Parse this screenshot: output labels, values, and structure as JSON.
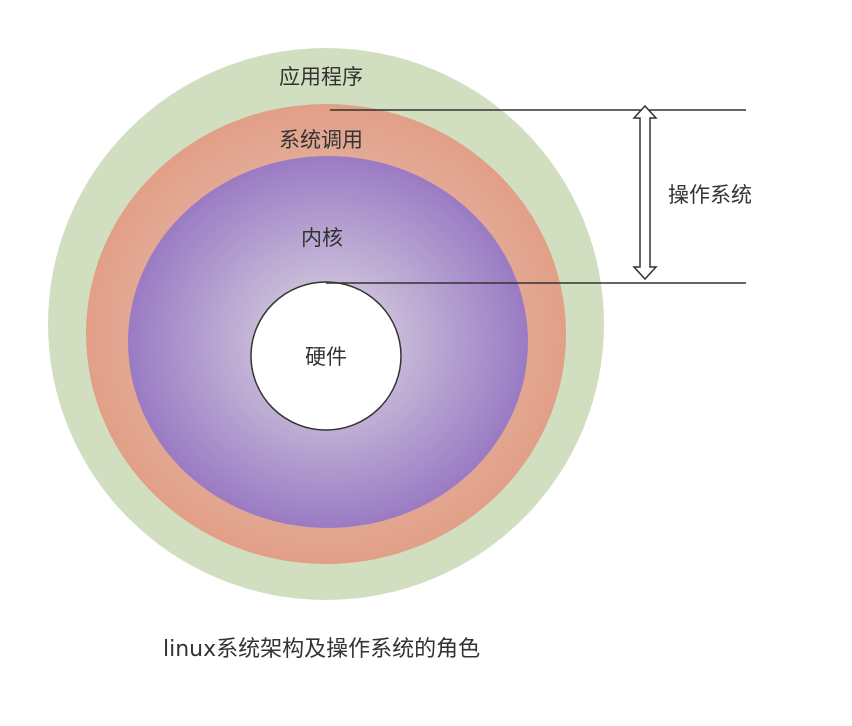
{
  "diagram": {
    "layers": {
      "applications": "应用程序",
      "system_calls": "系统调用",
      "kernel": "内核",
      "hardware": "硬件"
    },
    "os_bracket_label": "操作系统",
    "caption": "linux系统架构及操作系统的角色"
  },
  "colors": {
    "applications_ring": "#d1dfc0",
    "system_calls_ring_outer": "#e2a48d",
    "system_calls_ring_inner": "#e4b19f",
    "kernel_outer": "#9b7cc5",
    "kernel_inner": "#dcd5e3",
    "hardware_fill": "#ffffff",
    "line": "#333333",
    "text": "#333333"
  }
}
